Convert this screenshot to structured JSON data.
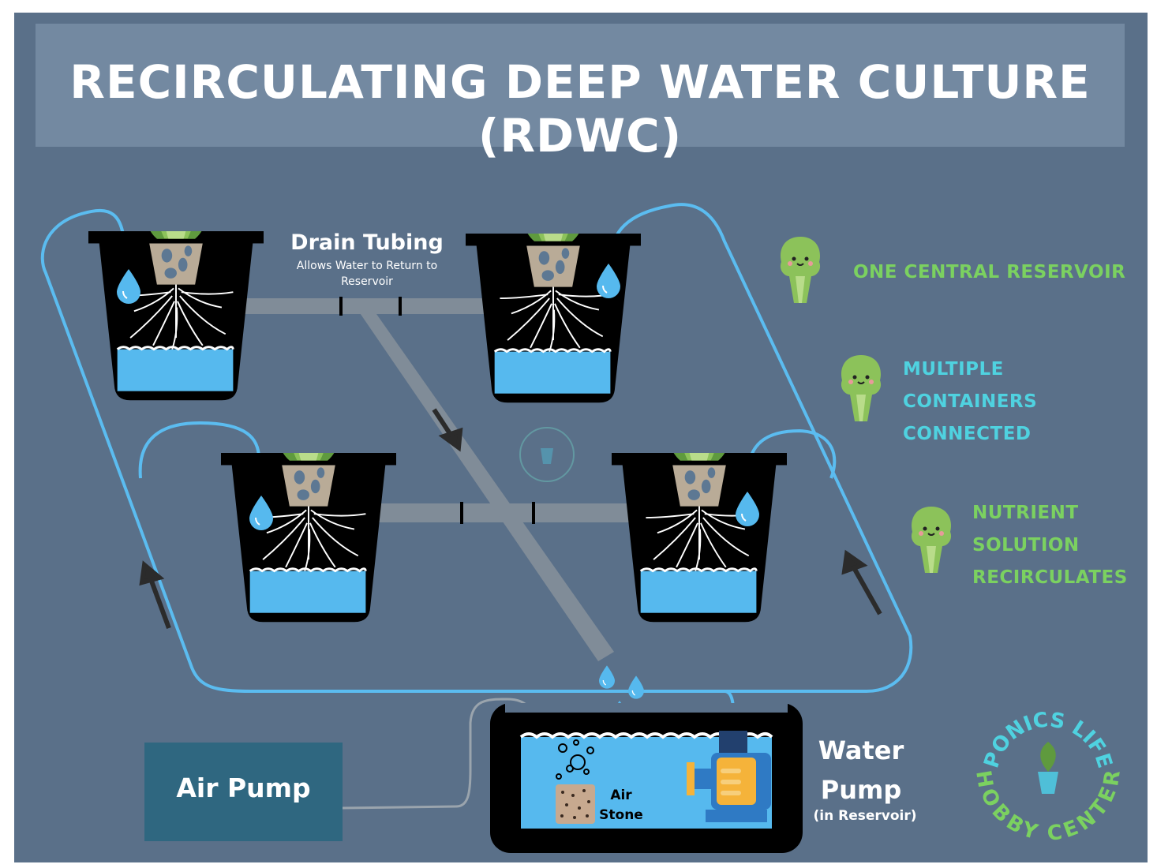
{
  "title": "RECIRCULATING DEEP WATER CULTURE (RDWC)",
  "drain": {
    "title": "Drain Tubing",
    "subtitle": "Allows Water to Return to Reservoir"
  },
  "features": [
    {
      "text": "ONE CENTRAL RESERVOIR",
      "color": "#7bd160"
    },
    {
      "text": "MULTIPLE CONTAINERS CONNECTED",
      "color": "#4fd2e0"
    },
    {
      "text": "NUTRIENT SOLUTION RECIRCULATES",
      "color": "#7bd160"
    }
  ],
  "air_pump": {
    "label": "Air Pump"
  },
  "water_pump": {
    "label": "Water Pump",
    "note": "(in Reservoir)"
  },
  "air_stone": {
    "label": "Air Stone"
  },
  "logo": {
    "text_top": "PONICS LIFE",
    "text_bottom": "HOBBY CENTER"
  },
  "colors": {
    "background": "#5a7089",
    "water": "#56b9ee",
    "tubing": "#5bbcf0",
    "drain": "#808c98",
    "green_text": "#7bd160",
    "cyan_text": "#4fd2e0"
  }
}
